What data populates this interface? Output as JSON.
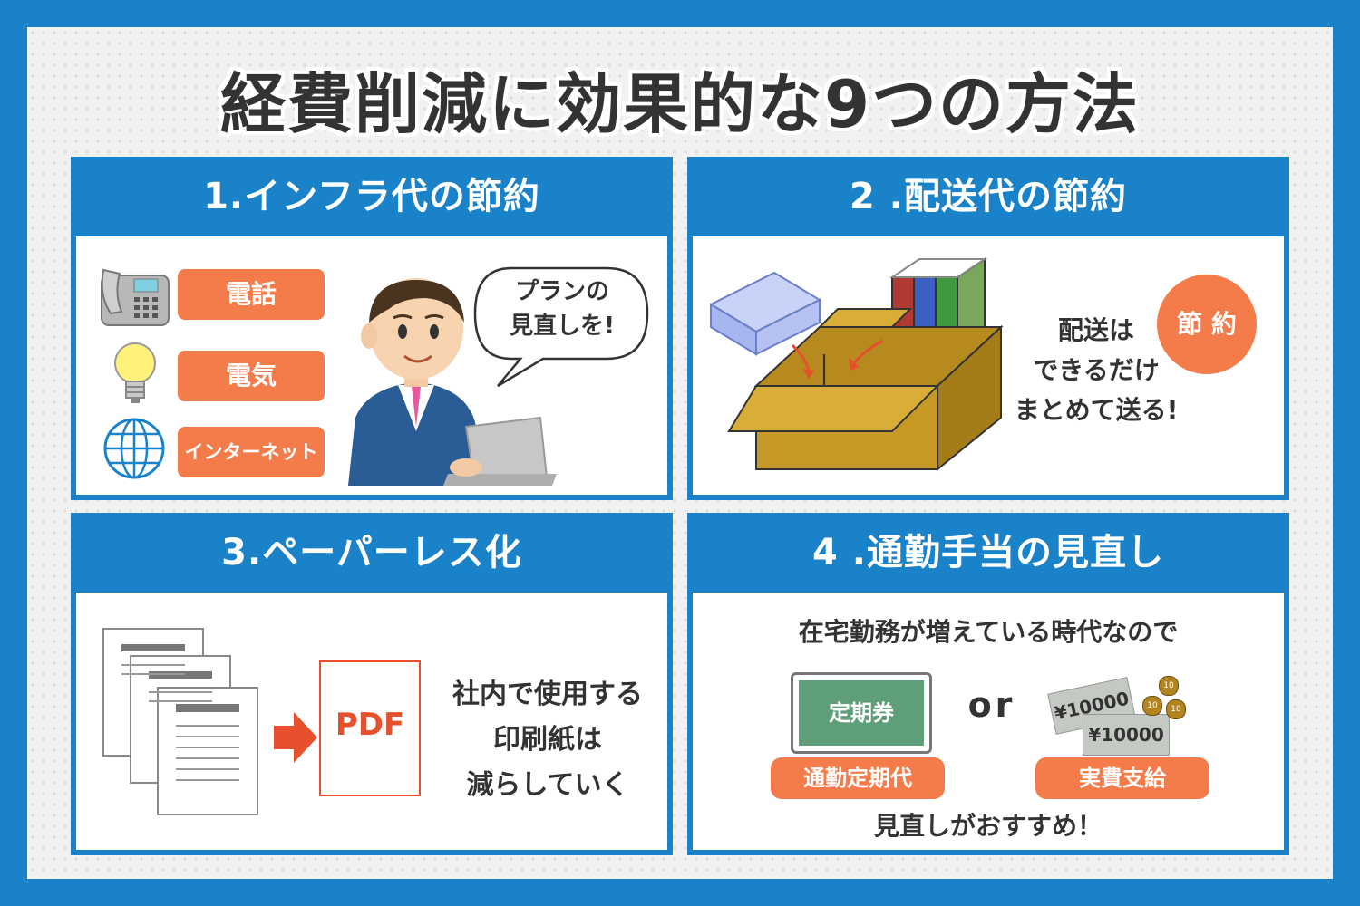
{
  "title": "経費削減に効果的な9つの方法",
  "panels": {
    "infra": {
      "heading": "1.インフラ代の節約",
      "items": [
        "電話",
        "電気",
        "インターネット"
      ],
      "bubble_line1": "プランの",
      "bubble_line2": "見直しを!"
    },
    "shipping": {
      "heading": "2 .配送代の節約",
      "badge": "節 約",
      "line1": "配送は",
      "line2": "できるだけ",
      "line3": "まとめて送る!"
    },
    "paperless": {
      "heading": "3.ペーパーレス化",
      "pdf_label": "PDF",
      "line1": "社内で使用する",
      "line2": "印刷紙は",
      "line3": "減らしていく"
    },
    "commute": {
      "heading": "4 .通勤手当の見直し",
      "intro": "在宅勤務が増えている時代なので",
      "pass_card": "定期券",
      "or_text": "or",
      "bill1": "¥10000",
      "bill2": "¥10000",
      "coin": "10",
      "option1": "通勤定期代",
      "option2": "実費支給",
      "conclusion": "見直しがおすすめ！"
    }
  },
  "colors": {
    "brand_blue": "#1a82c8",
    "accent_orange": "#f47b4a",
    "pass_green": "#5e9e78"
  }
}
